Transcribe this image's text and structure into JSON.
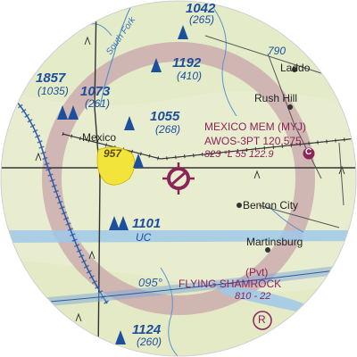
{
  "map": {
    "airport": {
      "name": "MEXICO MEM (MYJ)",
      "weather": "AWOS-3PT 120.575",
      "info": "823 *L 55 122.9",
      "ctaf_symbol": "C"
    },
    "private_airport": {
      "pvt_tag": "(Pvt)",
      "name": "FLYING SHAMROCK",
      "info": "810 - 22"
    },
    "towns": [
      "Mexico",
      "Rush Hill",
      "Laddonia",
      "Benton City",
      "Martinsburg"
    ],
    "town_labels": {
      "mexico": "Mexico",
      "rush_hill": "Rush Hill",
      "laddonia": "Laddo",
      "benton_city": "Benton City",
      "martinsburg": "Martinsburg"
    },
    "obstacles": [
      {
        "msl": "1042",
        "agl": "(265)"
      },
      {
        "msl": "1192",
        "agl": "(410)"
      },
      {
        "msl": "1857",
        "agl": "(1035)"
      },
      {
        "msl": "1073",
        "agl": "(261)"
      },
      {
        "msl": "1055",
        "agl": "(268)"
      },
      {
        "msl": "1101",
        "agl": "UC"
      },
      {
        "msl": "1124",
        "agl": "(260)"
      }
    ],
    "spot_elevation": "790",
    "yellow_area_elevation": "957",
    "victor_route": "095°",
    "river_label": "South Fork",
    "restricted_symbol": "R",
    "colors": {
      "terrain": "#e8edd0",
      "lake": "#9fc8e8",
      "ring": "#c9a4aa",
      "magenta": "#8b2457",
      "obstacle_blue": "#1c4f9c",
      "urban_yellow": "#f2e43a"
    }
  }
}
